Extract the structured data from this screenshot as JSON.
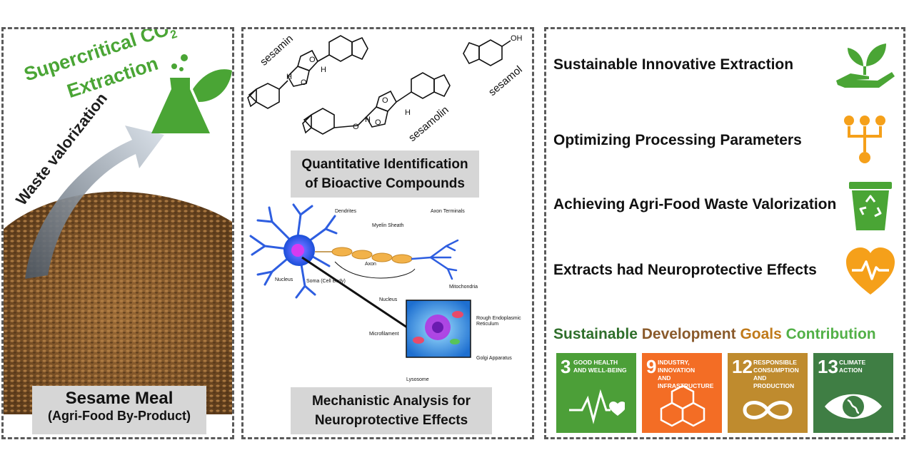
{
  "panel_left": {
    "title_line1": "Supercritical CO",
    "title_sub": "2",
    "title_line2": "Extraction",
    "arrow_label": "Waste valorization",
    "meal_label": "Sesame Meal",
    "meal_sublabel": "(Agri-Food By-Product)"
  },
  "panel_middle": {
    "compounds": [
      "sesamin",
      "sesamolin",
      "sesamol"
    ],
    "stereo_h": "H",
    "hydroxyl": "OH",
    "identification_line1": "Quantitative Identification",
    "identification_line2": "of Bioactive Compounds",
    "neuron_labels": {
      "dendrites": "Dendrites",
      "myelin": "Myelin Sheath",
      "axon_terminals": "Axon Terminals",
      "axon": "Axon",
      "nucleus": "Nucleus",
      "soma": "Soma (Cell Body)",
      "mitochondria": "Mitochondria",
      "nucleus2": "Nucleus",
      "rer": "Rough Endoplasmic\nReticulum",
      "microfilament": "Microfilament",
      "golgi": "Golgi Apparatus",
      "lysosome": "Lysosome"
    },
    "mechanistic_line1": "Mechanistic Analysis for",
    "mechanistic_line2": "Neuroprotective Effects"
  },
  "panel_right": {
    "statements": [
      "Sustainable Innovative Extraction",
      "Optimizing Processing Parameters",
      "Achieving Agri-Food Waste Valorization",
      "Extracts had Neuroprotective Effects"
    ],
    "sdg_title_words": [
      "Sustainable",
      "Development",
      "Goals",
      "Contribution"
    ],
    "sdg_tiles": [
      {
        "num": "3",
        "text": "GOOD HEALTH\nAND WELL-BEING",
        "color": "#4c9f38"
      },
      {
        "num": "9",
        "text": "INDUSTRY, INNOVATION\nAND INFRASTRUCTURE",
        "color": "#f36d25"
      },
      {
        "num": "12",
        "text": "RESPONSIBLE\nCONSUMPTION\nAND PRODUCTION",
        "color": "#bf8b2e"
      },
      {
        "num": "13",
        "text": "CLIMATE\nACTION",
        "color": "#3f7e44"
      }
    ]
  },
  "colors": {
    "green": "#4aa535",
    "orange": "#f5a01a",
    "sdg_title": [
      "#2e6e2a",
      "#8a5a2b",
      "#c07a1a",
      "#52b047"
    ],
    "label_bg": "#d6d6d6"
  }
}
